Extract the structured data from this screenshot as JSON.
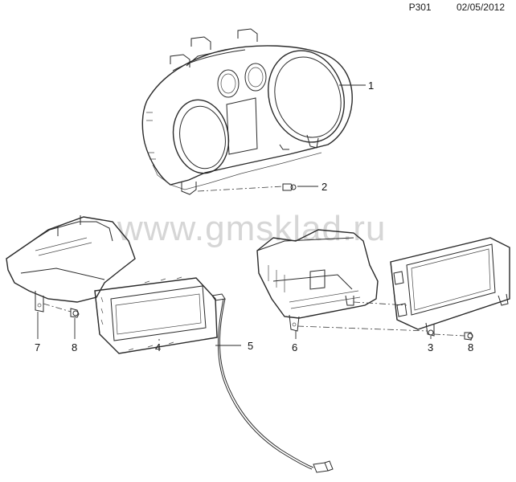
{
  "header": {
    "page_code": "P301",
    "date": "02/05/2012"
  },
  "watermark": "www.gmsklad.ru",
  "callouts": [
    "1",
    "2",
    "7",
    "8",
    "4",
    "5",
    "6",
    "3",
    "8"
  ]
}
